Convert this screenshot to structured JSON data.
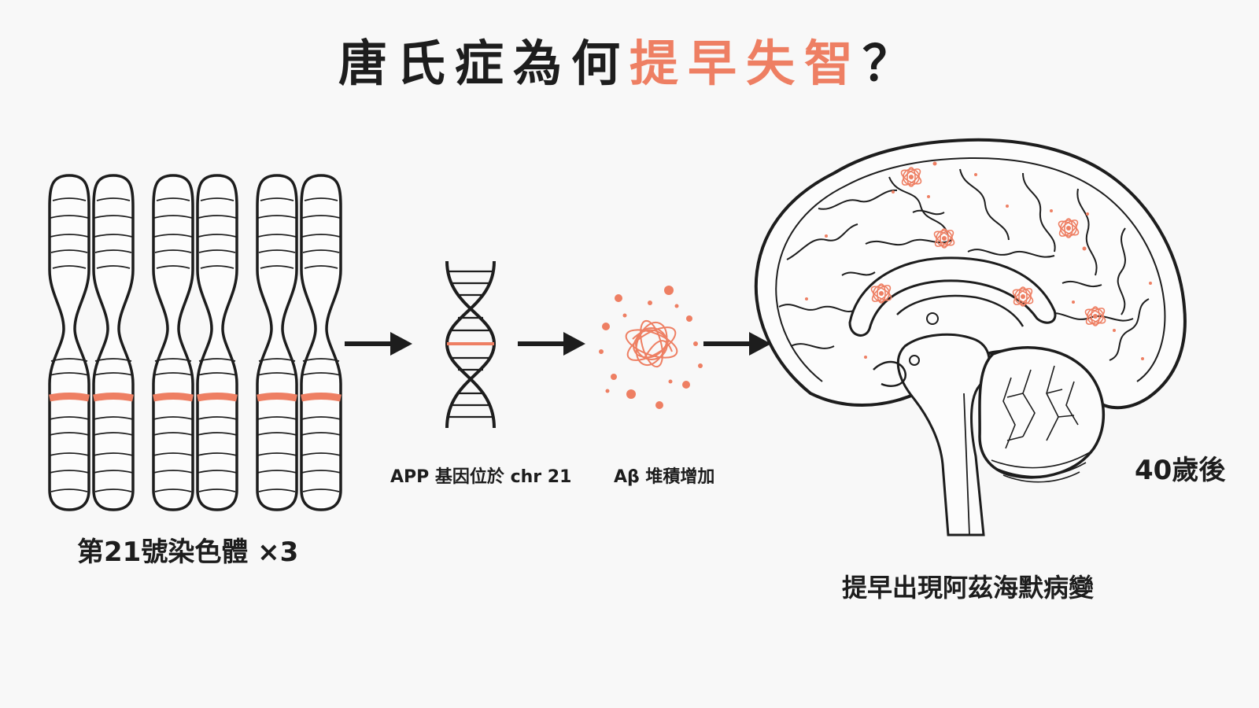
{
  "title": {
    "part1": "唐氏症為何",
    "highlight": "提早失智",
    "part2": "？"
  },
  "steps": {
    "chromosome_label": "第21號染色體 ×3",
    "app_label": "APP 基因位於 chr 21",
    "abeta_label": "Aβ 堆積增加",
    "age_label": "40歲後",
    "outcome_label": "提早出現阿茲海默病變"
  },
  "colors": {
    "accent": "#ee7f63",
    "ink": "#1d1d1d",
    "background": "#f8f8f8"
  },
  "icons": [
    "chromosome-icon",
    "dna-helix-icon",
    "amyloid-cluster-icon",
    "arrow-right-icon",
    "brain-sagittal-icon"
  ]
}
